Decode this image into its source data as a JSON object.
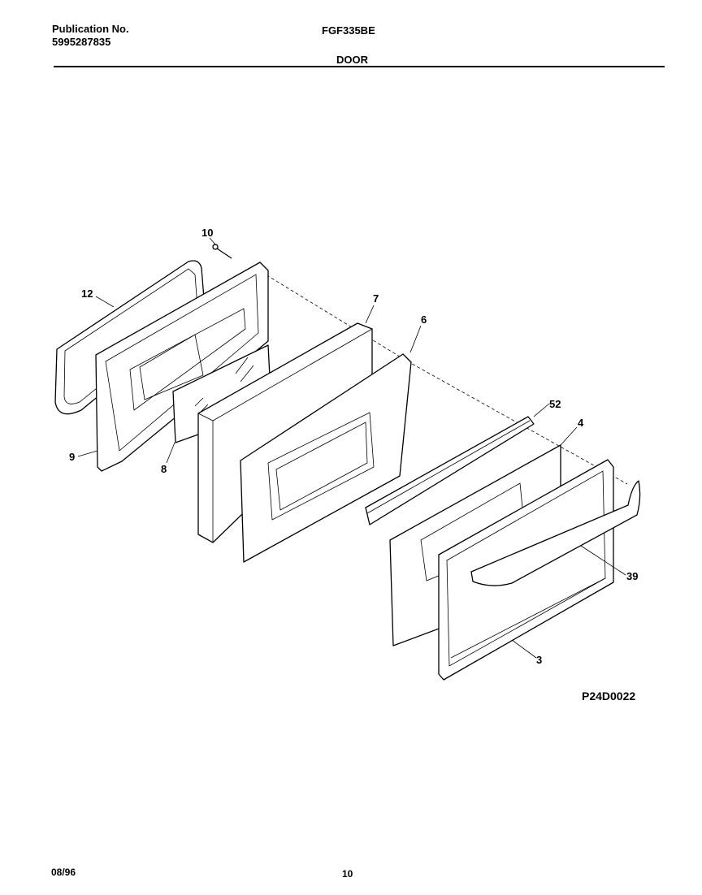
{
  "header": {
    "publication_label": "Publication No.",
    "publication_number": "5995287835",
    "model": "FGF335BE",
    "section": "DOOR"
  },
  "callouts": [
    "10",
    "12",
    "7",
    "6",
    "9",
    "8",
    "52",
    "4",
    "39",
    "3"
  ],
  "diagram_code": "P24D0022",
  "footer": {
    "date": "08/96",
    "page": "10"
  }
}
